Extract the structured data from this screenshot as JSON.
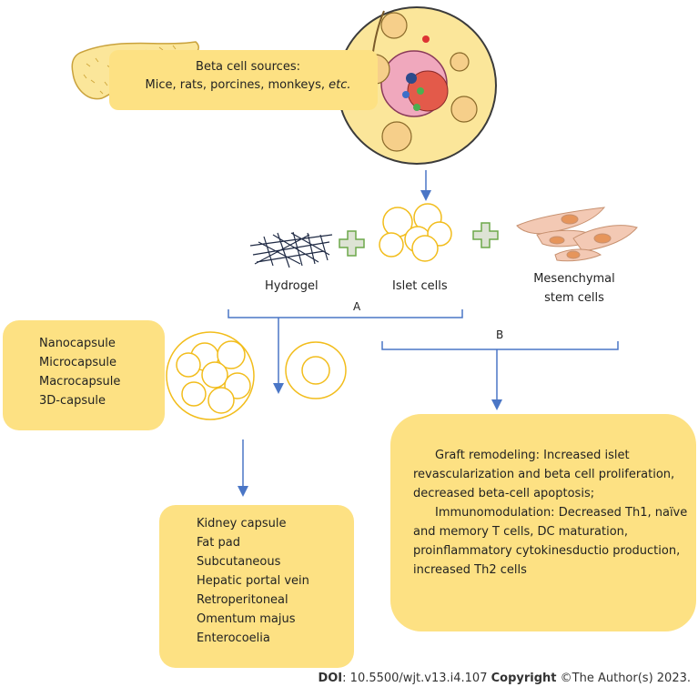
{
  "sources": {
    "line1": "Beta cell sources:",
    "line2_text": "Mice, rats, porcines, monkeys, ",
    "line2_italic": "etc."
  },
  "components": {
    "hydrogel": "Hydrogel",
    "islet_cells": "Islet cells",
    "msc_line1": "Mesenchymal",
    "msc_line2": "stem cells"
  },
  "branches": {
    "a": "A",
    "b": "B"
  },
  "capsule_types": [
    "Nanocapsule",
    "Microcapsule",
    "Macrocapsule",
    "3D-capsule"
  ],
  "transplant_sites": [
    "Kidney capsule",
    "Fat pad",
    "Subcutaneous",
    "Hepatic portal vein",
    "Retroperitoneal",
    "Omentum majus",
    "Enterocoelia"
  ],
  "effects": {
    "graft_remodeling": "Graft remodeling: Increased islet revascularization and beta cell proliferation, decreased beta-cell apoptosis;",
    "immunomodulation": "Immunomodulation: Decreased Th1, naïve and memory T cells, DC maturation, proinflammatory cytokinesductio production, increased Th2 cells"
  },
  "footer": {
    "doi_label": "DOI",
    "doi_value": ": 10.5500/wjt.v13.i4.107 ",
    "copyright_label": "Copyright",
    "copyright_value": " ©The Author(s) 2023."
  },
  "colors": {
    "box_fill": "#fde183",
    "arrow": "#4a76c6",
    "islet_outline": "#f2bd1c",
    "plus_fill": "#dde3d4",
    "plus_stroke": "#6da84a",
    "pancreas_fill": "#fbe69a",
    "cell_fill": "#f3c9b4"
  }
}
